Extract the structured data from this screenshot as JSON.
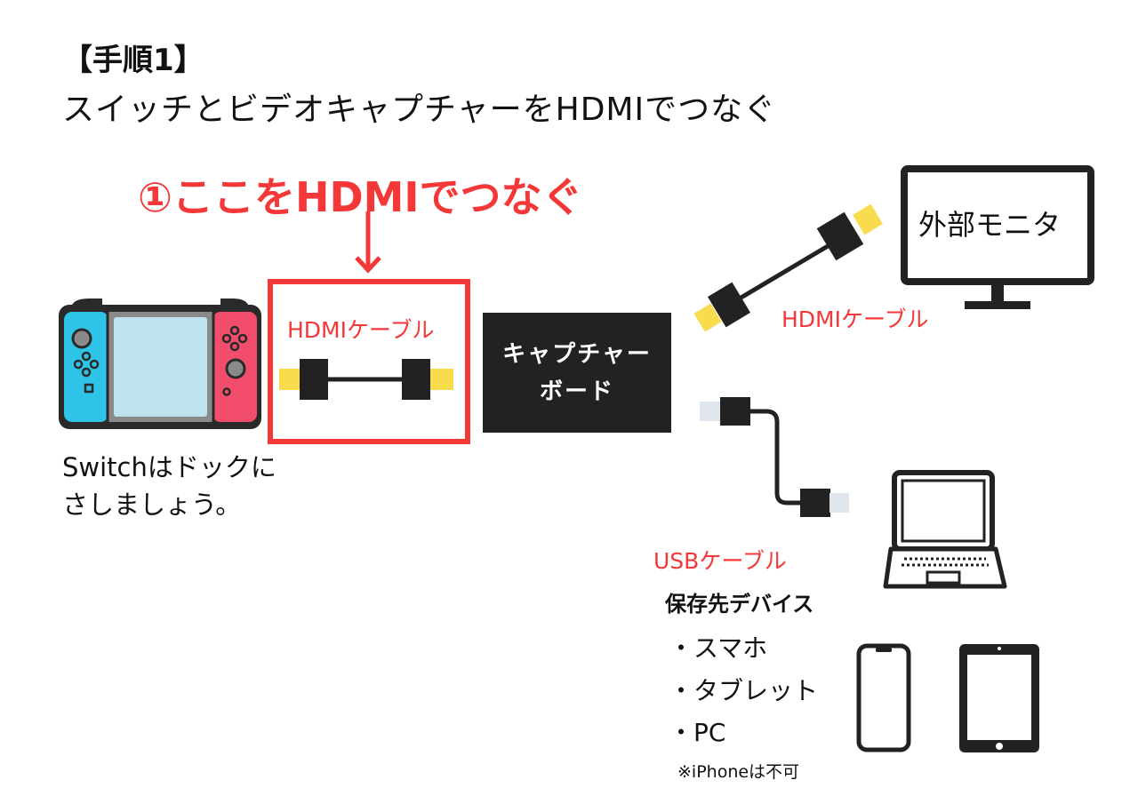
{
  "header": {
    "step_title": "【手順1】",
    "subtitle": "スイッチとビデオキャプチャーをHDMIでつなぐ"
  },
  "callout": {
    "text": "①ここをHDMIでつなぐ"
  },
  "labels": {
    "hdmi_cable_left": "HDMIケーブル",
    "hdmi_cable_right": "HDMIケーブル",
    "usb_cable": "USBケーブル",
    "external_monitor": "外部モニタ"
  },
  "capture_board": {
    "line1": "キャプチャー",
    "line2": "ボード"
  },
  "switch_note": {
    "line1": "Switchはドックに",
    "line2": "さしましょう。"
  },
  "devices": {
    "heading": "保存先デバイス",
    "items": [
      "・スマホ",
      "・タブレット",
      "・PC"
    ],
    "note": "※iPhoneは不可"
  },
  "colors": {
    "accent_red": "#f43838",
    "hdmi_yellow": "#f9dc4e",
    "joycon_blue": "#2ec4e8",
    "joycon_red": "#f24d6c",
    "dark": "#222222",
    "usb_light": "#dfe6ee"
  },
  "icons": [
    "nintendo-switch-icon",
    "monitor-icon",
    "laptop-icon",
    "smartphone-icon",
    "tablet-icon",
    "down-arrow-icon"
  ]
}
